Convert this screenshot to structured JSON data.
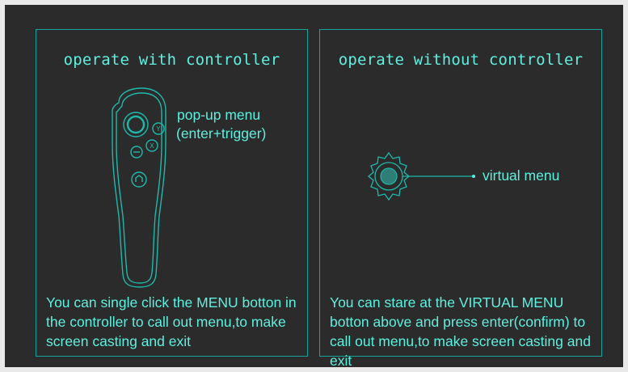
{
  "left_panel": {
    "title": "operate with controller",
    "callout_line1": "pop-up menu",
    "callout_line2": "(enter+trigger)",
    "description": "You can single click the MENU botton in the controller to call out menu,to make screen casting and exit",
    "button_y": "Y",
    "button_x": "X"
  },
  "right_panel": {
    "title": "operate without controller",
    "callout": "virtual menu",
    "description": "You can stare at the VIRTUAL MENU botton above and press enter(confirm) to call out menu,to make screen casting and exit"
  },
  "colors": {
    "background": "#2b2b2b",
    "accent": "#5ef0df",
    "border": "#1aa29a"
  }
}
